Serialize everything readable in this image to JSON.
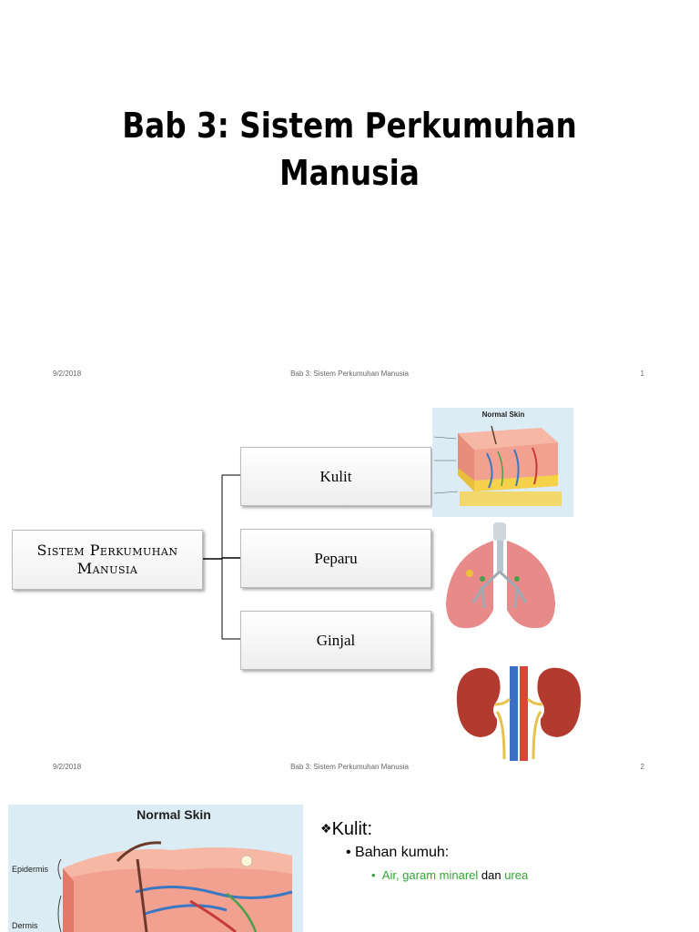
{
  "slide1": {
    "title_line1": "Bab 3: Sistem Perkumuhan",
    "title_line2": "Manusia",
    "footer_date": "9/2/2018",
    "footer_center": "Bab 3: Sistem Perkumuhan Manusia",
    "footer_page": "1"
  },
  "slide2": {
    "root_line1": "Sistem Perkumuhan",
    "root_line2": "Manusia",
    "nodes": [
      "Kulit",
      "Peparu",
      "Ginjal"
    ],
    "skin_image_title": "Normal Skin",
    "footer_date": "9/2/2018",
    "footer_center": "Bab 3: Sistem Perkumuhan Manusia",
    "footer_page": "2"
  },
  "slide3": {
    "skin_image_title": "Normal Skin",
    "skin_label_epidermis": "Epidermis",
    "skin_label_dermis": "Dermis",
    "bullet1": "Kulit:",
    "bullet2": "Bahan kumuh:",
    "bullet3_part1": "Air, garam minarel",
    "bullet3_part2": " dan ",
    "bullet3_part3": "urea"
  },
  "colors": {
    "green_text": "#33a532",
    "skin_pink": "#f2a08f",
    "lung_pink": "#e98a8a",
    "kidney_red": "#b23a2e",
    "fat_yellow": "#f6d24a"
  }
}
